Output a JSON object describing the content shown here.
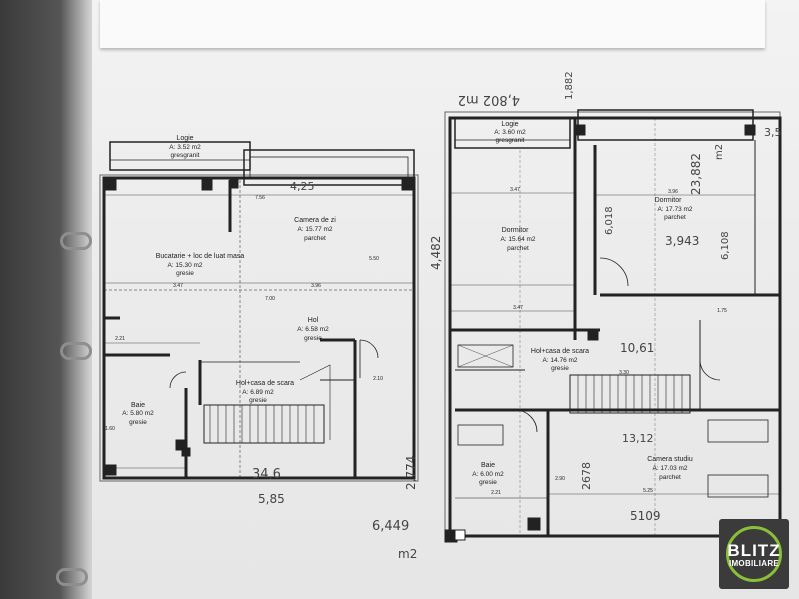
{
  "left_plan": {
    "logie": {
      "name": "Logie",
      "area": "A: 3.52 m2",
      "floor": "gresgranit"
    },
    "camera_zi": {
      "name": "Camera de zi",
      "area": "A: 15.77 m2",
      "floor": "parchet"
    },
    "bucatarie": {
      "name": "Bucatarie + loc de luat masa",
      "area": "A: 15.30 m2",
      "floor": "gresie"
    },
    "hol": {
      "name": "Hol",
      "area": "A: 6.58 m2",
      "floor": "gresie"
    },
    "hol_scara": {
      "name": "Hol+casa de scara",
      "area": "A: 6.89 m2",
      "floor": "gresie"
    },
    "baie": {
      "name": "Baie",
      "area": "A: 5.80 m2",
      "floor": "gresie"
    },
    "dims": [
      "7.56",
      "3.47",
      "3.96",
      "5.50",
      "7.00",
      "2.21",
      "1.60",
      "2.10"
    ]
  },
  "right_plan": {
    "logie": {
      "name": "Logie",
      "area": "A: 3.60 m2",
      "floor": "gresgranit"
    },
    "dormitor1": {
      "name": "Dormitor",
      "area": "A: 15.64 m2",
      "floor": "parchet"
    },
    "dormitor2": {
      "name": "Dormitor",
      "area": "A: 17.73 m2",
      "floor": "parchet"
    },
    "hol_scara": {
      "name": "Hol+casa de scara",
      "area": "A: 14.76 m2",
      "floor": "gresie"
    },
    "baie": {
      "name": "Baie",
      "area": "A: 6.00 m2",
      "floor": "gresie"
    },
    "camera_studiu": {
      "name": "Camera studiu",
      "area": "A: 17.03 m2",
      "floor": "parchet"
    },
    "dims": [
      "3.47",
      "3.96",
      "3.47",
      "3.30",
      "1.75",
      "2.21",
      "2.90",
      "5.25"
    ]
  },
  "handwritten": {
    "top_right": "4,802 m2",
    "left_a": "4,25",
    "left_b": "34,6",
    "left_c": "5,85",
    "mid_a": "6,449",
    "mid_b": "m2",
    "mid_c": "2,774",
    "mid_d": "4,482",
    "r_a": "23,882",
    "r_b": "m2",
    "r_c": "3,943",
    "r_d": "6,108",
    "r_e": "10,61",
    "r_f": "13,12",
    "r_g": "2678",
    "r_h": "5109",
    "r_i": "6,018",
    "r_j": "1,882",
    "r_k": "3,5"
  },
  "logo": {
    "line1": "BLITZ",
    "line2": "IMOBILIARE",
    "ring_color": "#8bbf3a"
  }
}
